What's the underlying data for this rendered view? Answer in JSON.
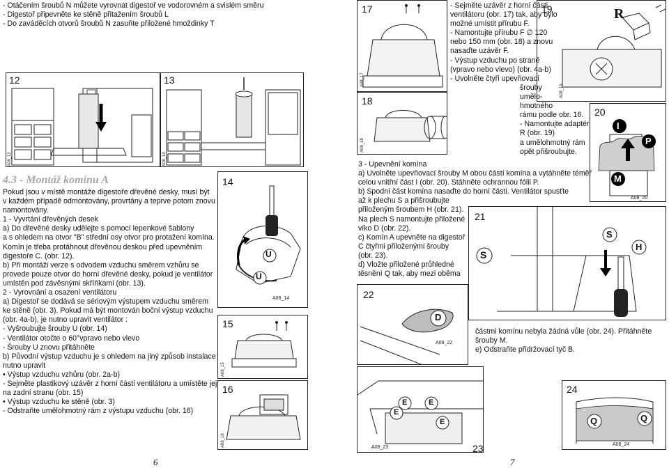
{
  "left_top_lines": [
    "- Otáčením šroubů N můžete vyrovnat digestoř ve vodorovném a svislém směru",
    "- Digestoř připevněte ke stěně přitažením šroubů L",
    "- Do zaváděcích otvorů šroubů N zasuňte přiložené hmoždinky T"
  ],
  "section_title": "4.3 - Montáž komínu A",
  "left_body_lines": [
    "Pokud jsou v místě montáže digestoře dřevěné desky, musí být",
    "v každém případě odmontovány, provrtány a teprve potom znovu",
    "namontovány.",
    "1 -  Vyvrtání dřevěných desek",
    "a) Do dřevěné desky udělejte s pomocí lepenkové šablony",
    "a s ohledem na otvor \"B\" střední osy otvor pro protažení komína.",
    "Komín je třeba protáhnout dřevěnou deskou před upevněním",
    "digestoře C. (obr. 12).",
    "b) Při montáži verze s odvodem vzduchu směrem vzhůru se",
    "provede pouze otvor do horní dřevěné desky, pokud je ventilátor",
    "umístěn pod závěsnými skříňkami (obr. 13).",
    "2 -  Vyrovnání a osazení ventilátoru",
    "a) Digestoř se dodává se sériovým výstupem vzduchu směrem",
    "ke stěně (obr. 3). Pokud má být montován boční výstup vzduchu",
    "(obr. 4a-b), je nutno upravit ventilátor :",
    "- Vyšroubujte šrouby U (obr. 14)",
    "- Ventilátor otočte o 60°vpravo nebo vlevo",
    "- Šrouby U znovu přitáhněte",
    "b) Původní výstup vzduchu je s ohledem na jiný způsob instalace",
    "nutno upravit",
    "• Výstup vzduchu vzhůru (obr. 2a-b)",
    "- Sejměte plastikový uzávěr z horní části ventilátoru a umístěte jej",
    "na zadní stranu (obr. 15)",
    "• Výstup vzduchu ke stěně (obr. 3)",
    "- Odstraňte umělohmotný rám z výstupu vzduchu (obr. 16)"
  ],
  "right_top_lines": [
    "- Sejměte uzávěr z horní části",
    "ventilátoru (obr. 17) tak, aby bylo",
    "možné umístit přírubu F.",
    "- Namontujte přírubu F ∅ 120",
    "nebo 150 mm (obr. 18) a znovu",
    "nasaďte uzávěr F.",
    "- Výstup vzduchu po straně",
    "(vpravo nebo vlevo) (obr. 4a-b)",
    "- Uvolněte čtyři upevňovací"
  ],
  "right_narrow_lines": [
    "šrouby",
    "umělo-",
    "hmotného",
    "rámu podle obr. 16.",
    "- Namontujte adaptér",
    "R (obr. 19)",
    "a umělohmotný rám",
    "opět přišroubujte."
  ],
  "right_mid_lines": [
    "3 - Upevnění komína",
    "a) Uvolněte upevňovací šrouby M obou částí komína a vytáhněte téměř",
    "celou vnitřní část I (obr. 20). Stáhněte ochrannou fólii P.",
    "b) Spodní část komína nasaďte do horní části. Ventilátor spusťte",
    "až k plechu S a přišroubujte",
    "přiloženým šroubem H (obr. 21).",
    "Na plech S namontujte přiložené",
    "víko D (obr. 22).",
    "c) Komín A upevněte na digestoř",
    "C čtyřmi přiloženými šrouby",
    "(obr. 23).",
    "d) Vložte přiložené průhledné",
    "těsnění Q tak, aby mezi oběma"
  ],
  "right_bottom_lines": [
    "částmi komínu nebyla žádná vůle (obr. 24). Přitáhněte",
    "šrouby M.",
    "e) Odstraňte přidržovací tyč B."
  ],
  "figures": {
    "f12": "12",
    "f13": "13",
    "f14": "14",
    "f15": "15",
    "f16": "16",
    "f17": "17",
    "f18": "18",
    "f19": "19",
    "f20": "20",
    "f21": "21",
    "f22": "22",
    "f23": "23",
    "f24": "24"
  },
  "codes": {
    "c12": "A08_12",
    "c13": "A08_13",
    "c14": "A08_14",
    "c15": "A08_15",
    "c16": "A08_16",
    "c17": "A08_17",
    "c18": "A08_18",
    "c19": "A08_19",
    "c20": "A08_20",
    "c22": "A08_22",
    "c23": "A08_23",
    "c24": "A08_24"
  },
  "labels": {
    "U": "U",
    "R": "R",
    "I": "I",
    "P": "P",
    "M": "M",
    "S": "S",
    "H": "H",
    "D": "D",
    "E": "E",
    "Q": "Q"
  },
  "page_left": "6",
  "page_right": "7"
}
